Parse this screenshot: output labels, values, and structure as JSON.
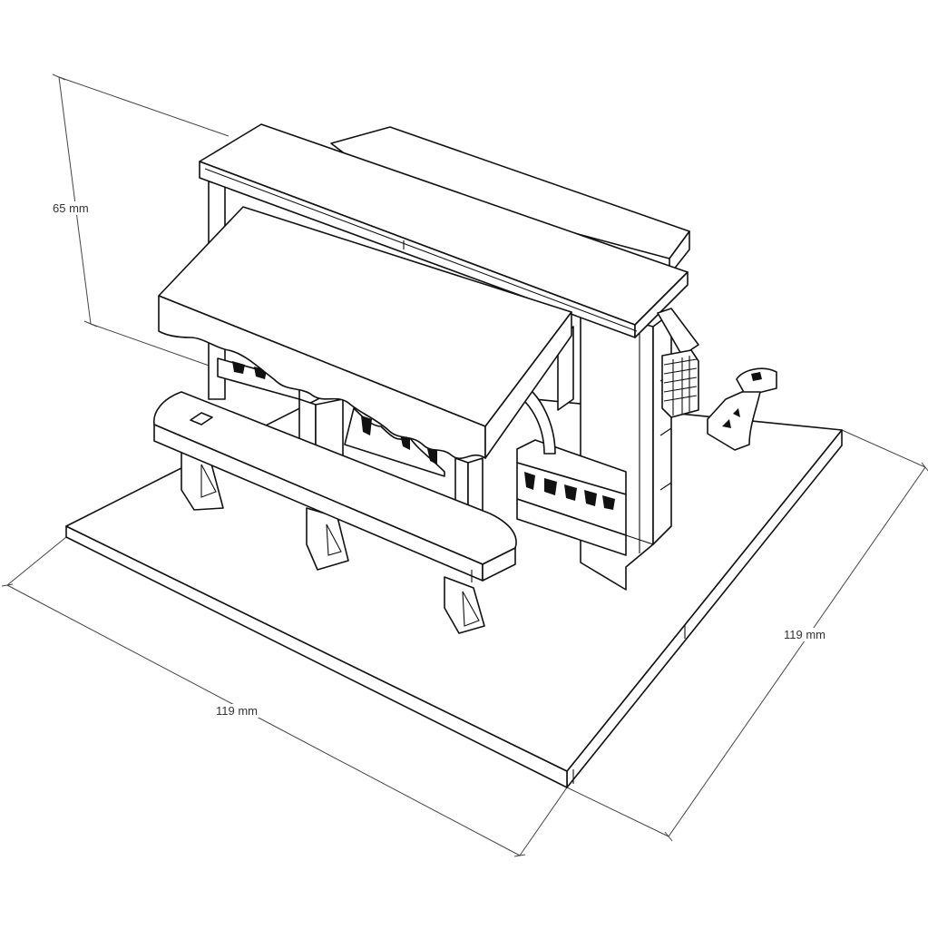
{
  "dimensions": {
    "height_label": "65 mm",
    "width_label": "119 mm",
    "depth_label": "119 mm"
  },
  "colors": {
    "line": "#111111",
    "dimension": "#444444",
    "background": "#ffffff"
  }
}
